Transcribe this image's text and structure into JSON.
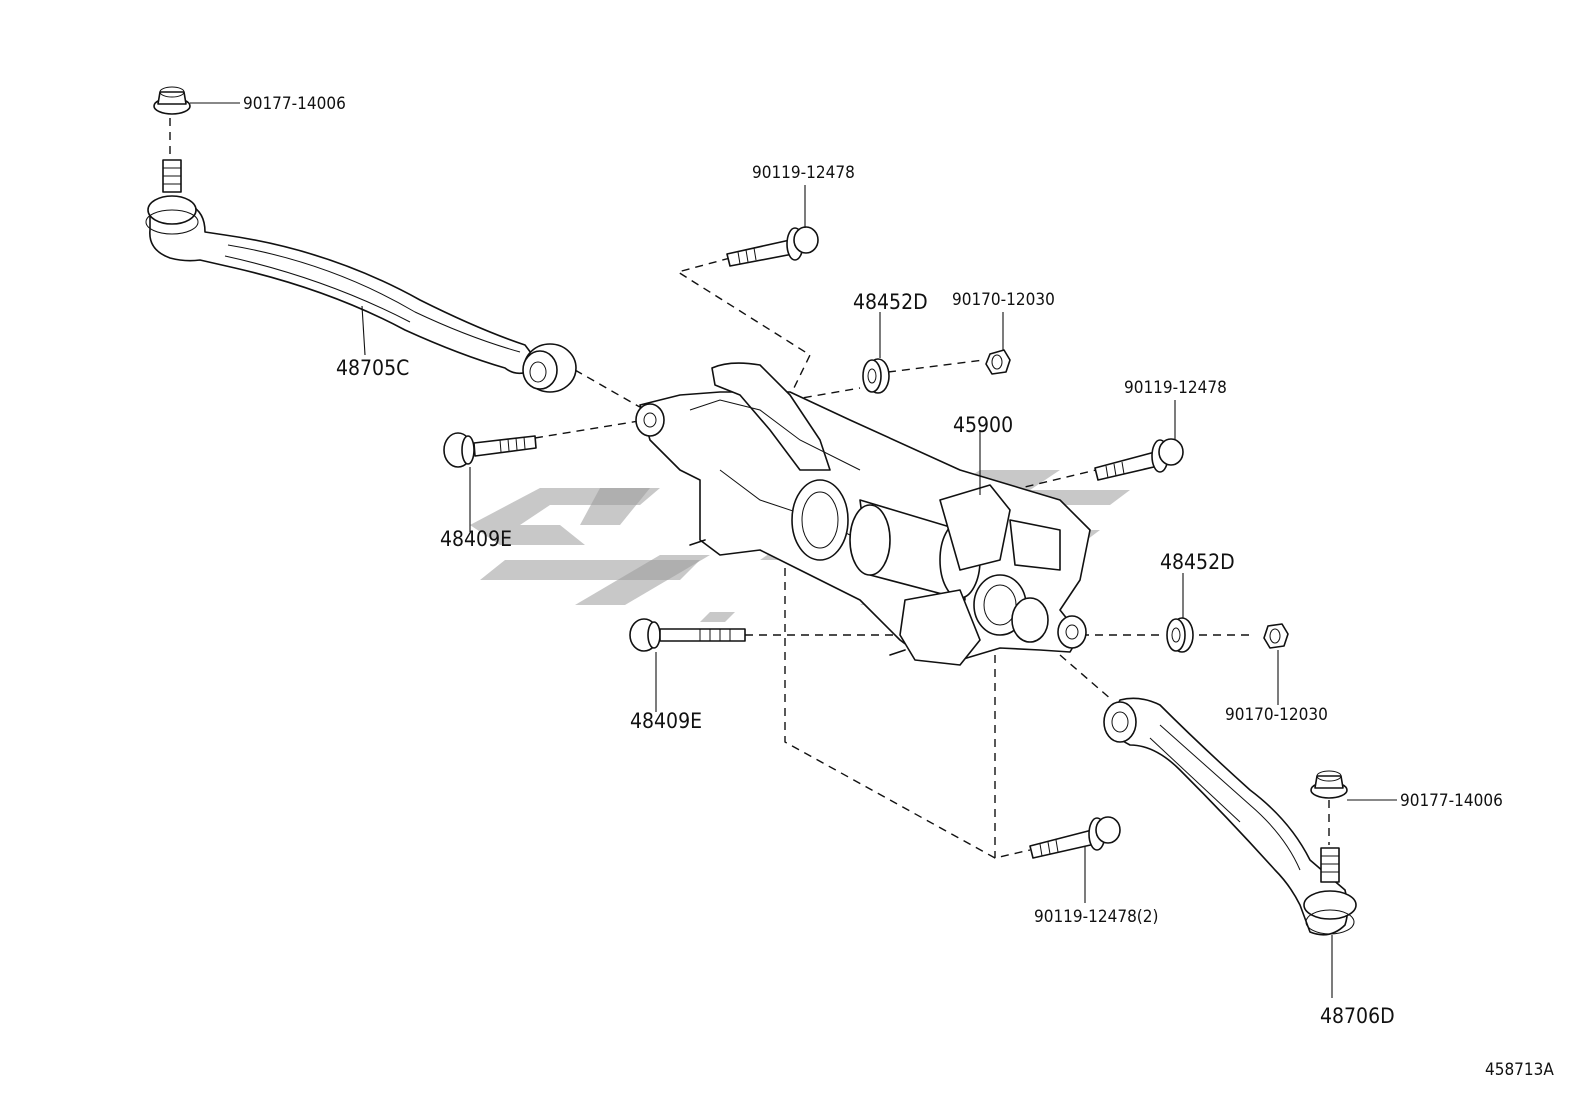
{
  "figure_code": "458713A",
  "labels": {
    "tie_rod_end_bolt_left": "90177-14006",
    "tie_rod_end_bolt_right": "90177-14006",
    "tie_rod_left": "48705C",
    "tie_rod_right": "48706D",
    "mount_bolt_top": "90119-12478",
    "mount_bolt_right": "90119-12478",
    "mount_bolt_bottom": "90119-12478(2)",
    "washer_top": "48452D",
    "washer_right": "48452D",
    "nut_top": "90170-12030",
    "nut_right": "90170-12030",
    "gear_assembly": "45900",
    "bush_bolt_upper": "48409E",
    "bush_bolt_lower": "48409E"
  }
}
